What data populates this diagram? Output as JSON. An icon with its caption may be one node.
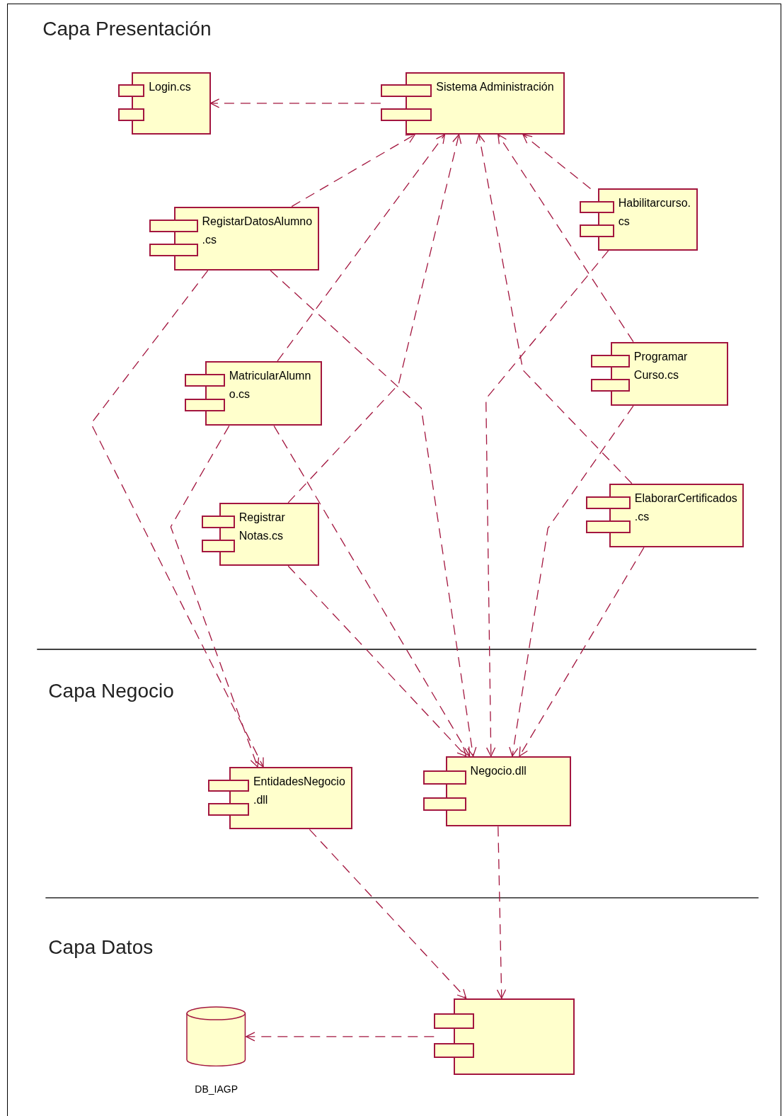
{
  "diagram": {
    "nodes": [
      {
        "text": [
          "Login.cs"
        ]
      },
      {
        "text": [
          "Sistema Administración"
        ]
      },
      {
        "text": [
          "RegistarDatosAlumno.cs"
        ]
      },
      {
        "text": [
          "Habilitarcurso.cs"
        ]
      },
      {
        "text": [
          "MatricularAlumno.cs"
        ]
      },
      {
        "text": [
          "Programar Curso.cs"
        ]
      },
      {
        "text": [
          "Registrar Notas.cs"
        ]
      },
      {
        "text": [
          "ElaborarCertificados.cs"
        ]
      },
      {
        "text": [
          "EntidadesNegocio.dll"
        ]
      },
      {
        "text": [
          "Negocio.dll"
        ]
      },
      {
        "text": [],
        "shape": "box"
      },
      {
        "text": [],
        "shape": "cylinder",
        "beside": [
          "DB_IAGP"
        ]
      }
    ],
    "edges": [
      {
        "from": 1,
        "to": 0,
        "arrow": "to",
        "style": "dashed"
      },
      {
        "from": 2,
        "to": 1,
        "arrow": "to",
        "style": "dashed"
      },
      {
        "from": 4,
        "to": 1,
        "arrow": "to",
        "style": "dashed"
      },
      {
        "from": 6,
        "to": 1,
        "arrow": "to",
        "style": "dashed"
      },
      {
        "from": 7,
        "to": 1,
        "arrow": "to",
        "style": "dashed"
      },
      {
        "from": 5,
        "to": 1,
        "arrow": "to",
        "style": "dashed"
      },
      {
        "from": 3,
        "to": 1,
        "arrow": "to",
        "style": "dashed"
      },
      {
        "from": 2,
        "to": 8,
        "arrow": "to",
        "style": "dashed"
      },
      {
        "from": 4,
        "to": 8,
        "arrow": "to",
        "style": "dashed"
      },
      {
        "from": 2,
        "to": 9,
        "arrow": "to",
        "style": "dashed"
      },
      {
        "from": 4,
        "to": 9,
        "arrow": "to",
        "style": "dashed"
      },
      {
        "from": 6,
        "to": 9,
        "arrow": "to",
        "style": "dashed"
      },
      {
        "from": 3,
        "to": 9,
        "arrow": "to",
        "style": "dashed"
      },
      {
        "from": 5,
        "to": 9,
        "arrow": "to",
        "style": "dashed"
      },
      {
        "from": 7,
        "to": 9,
        "arrow": "to",
        "style": "dashed"
      },
      {
        "from": 8,
        "to": 10,
        "arrow": "to",
        "style": "dashed"
      },
      {
        "from": 9,
        "to": 10,
        "arrow": "to",
        "style": "dashed"
      },
      {
        "from": 10,
        "to": 11,
        "arrow": "to",
        "style": "dashed"
      }
    ],
    "labels": [
      "Capa Presentación",
      "Capa Negocio",
      "Capa Datos"
    ]
  }
}
